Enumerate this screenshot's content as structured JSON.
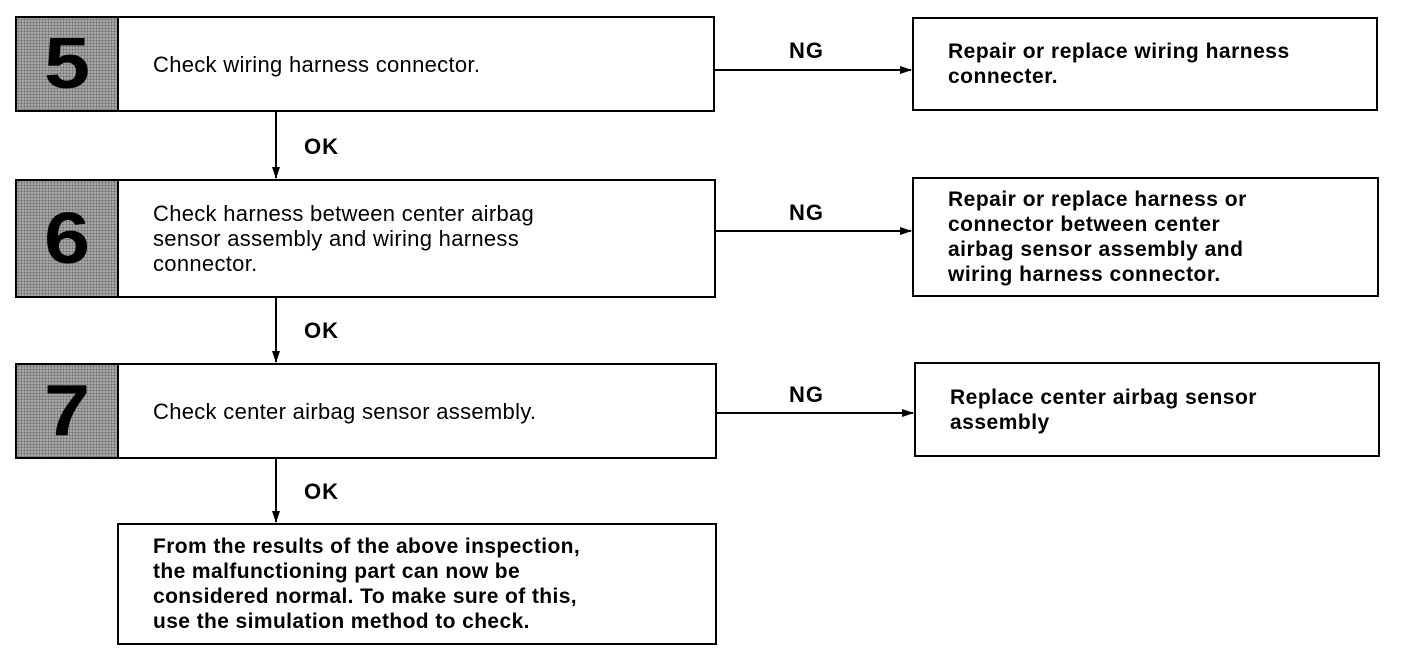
{
  "steps": [
    {
      "number": "5",
      "text": "Check wiring harness connector.",
      "ng_label": "NG",
      "ok_label": "OK",
      "ng_action": "Repair or replace wiring harness\nconnecter."
    },
    {
      "number": "6",
      "text": "Check harness between center airbag\nsensor assembly and wiring harness\nconnector.",
      "ng_label": "NG",
      "ok_label": "OK",
      "ng_action": "Repair or replace harness or\nconnector between center\nairbag sensor assembly and\nwiring harness connector."
    },
    {
      "number": "7",
      "text": "Check center airbag sensor assembly.",
      "ng_label": "NG",
      "ok_label": "OK",
      "ng_action": "Replace center airbag sensor\nassembly"
    }
  ],
  "final": "From the results of the above inspection,\nthe malfunctioning part can now be\nconsidered normal. To make sure of this,\nuse the simulation method to check."
}
